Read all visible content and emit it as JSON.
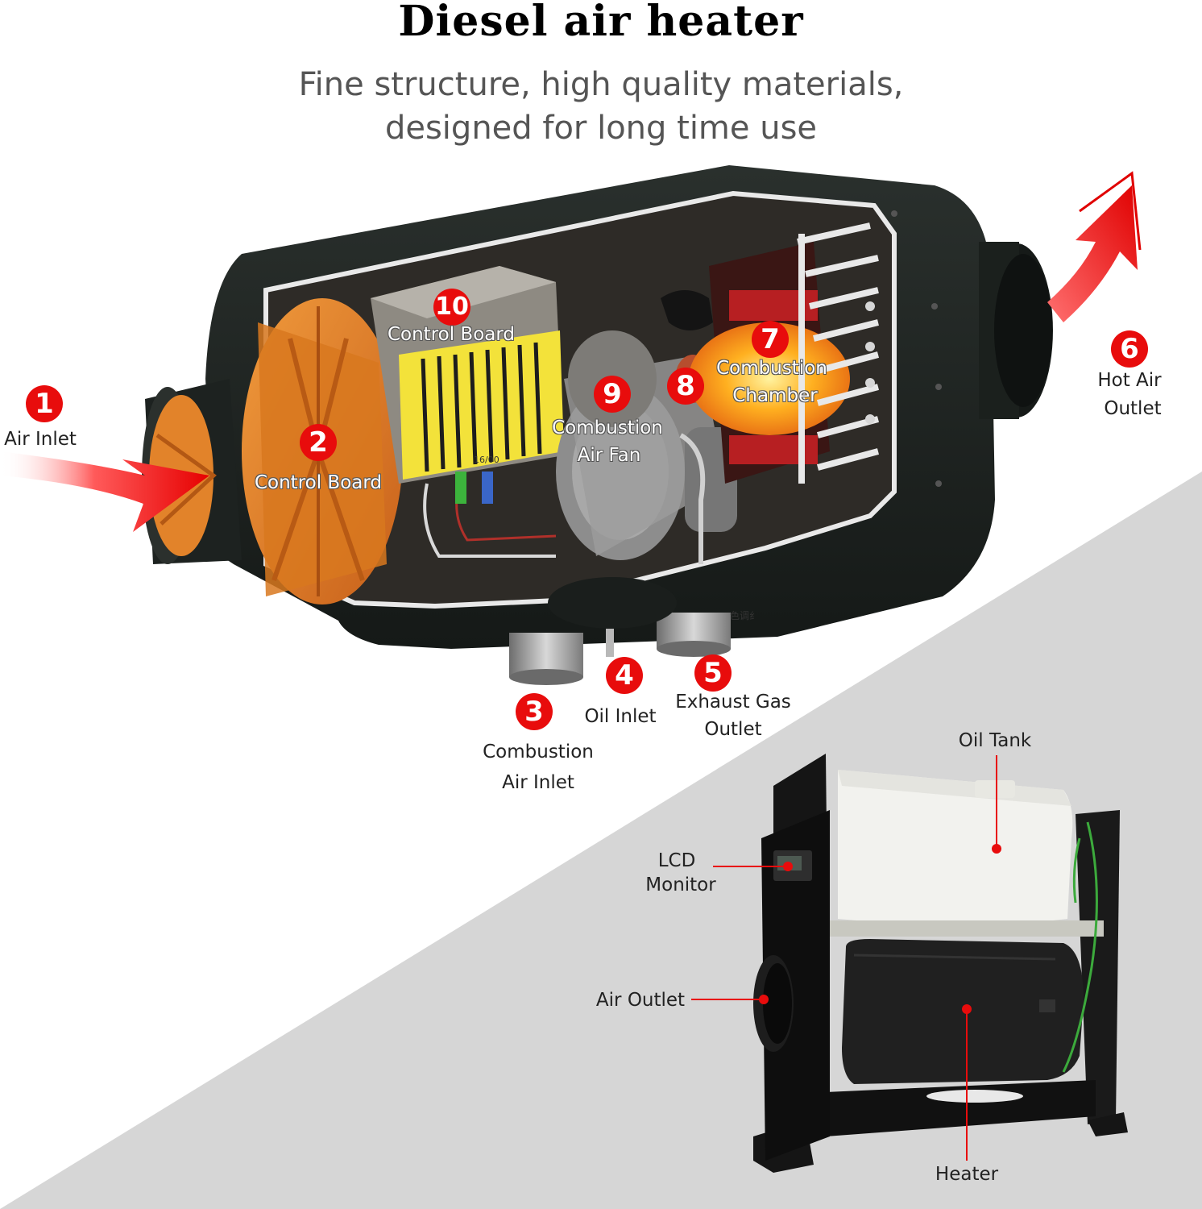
{
  "header": {
    "title": "Diesel air heater",
    "subtitle_line1": "Fine structure, high quality materials,",
    "subtitle_line2": "designed for long time use"
  },
  "parts": [
    {
      "number": "1",
      "label": "Air Inlet"
    },
    {
      "number": "2",
      "label": "Control Board"
    },
    {
      "number": "3",
      "label_line1": "Combustion",
      "label_line2": "Air Inlet"
    },
    {
      "number": "4",
      "label": "Oil Inlet"
    },
    {
      "number": "5",
      "label_line1": "Exhaust Gas",
      "label_line2": "Outlet"
    },
    {
      "number": "6",
      "label_line1": "Hot Air",
      "label_line2": "Outlet"
    },
    {
      "number": "7",
      "label_line1": "Combustion",
      "label_line2": "Chamber"
    },
    {
      "number": "8"
    },
    {
      "number": "9",
      "label_line1": "Combustion",
      "label_line2": "Air Fan"
    },
    {
      "number": "10",
      "label": "Control Board"
    }
  ],
  "unit_callouts": {
    "oil_tank": "Oil Tank",
    "lcd_line1": "LCD",
    "lcd_line2": "Monitor",
    "air_outlet": "Air Outlet",
    "heater": "Heater"
  },
  "pcb_marking": "16/00",
  "stamp_text": "色调纟",
  "colors": {
    "accent_red": "#e80c0c",
    "heater_body": "#1e2321",
    "fan_orange": "#e07a1e",
    "board_yellow": "#f3e23a",
    "background_gray": "#d6d6d6"
  }
}
